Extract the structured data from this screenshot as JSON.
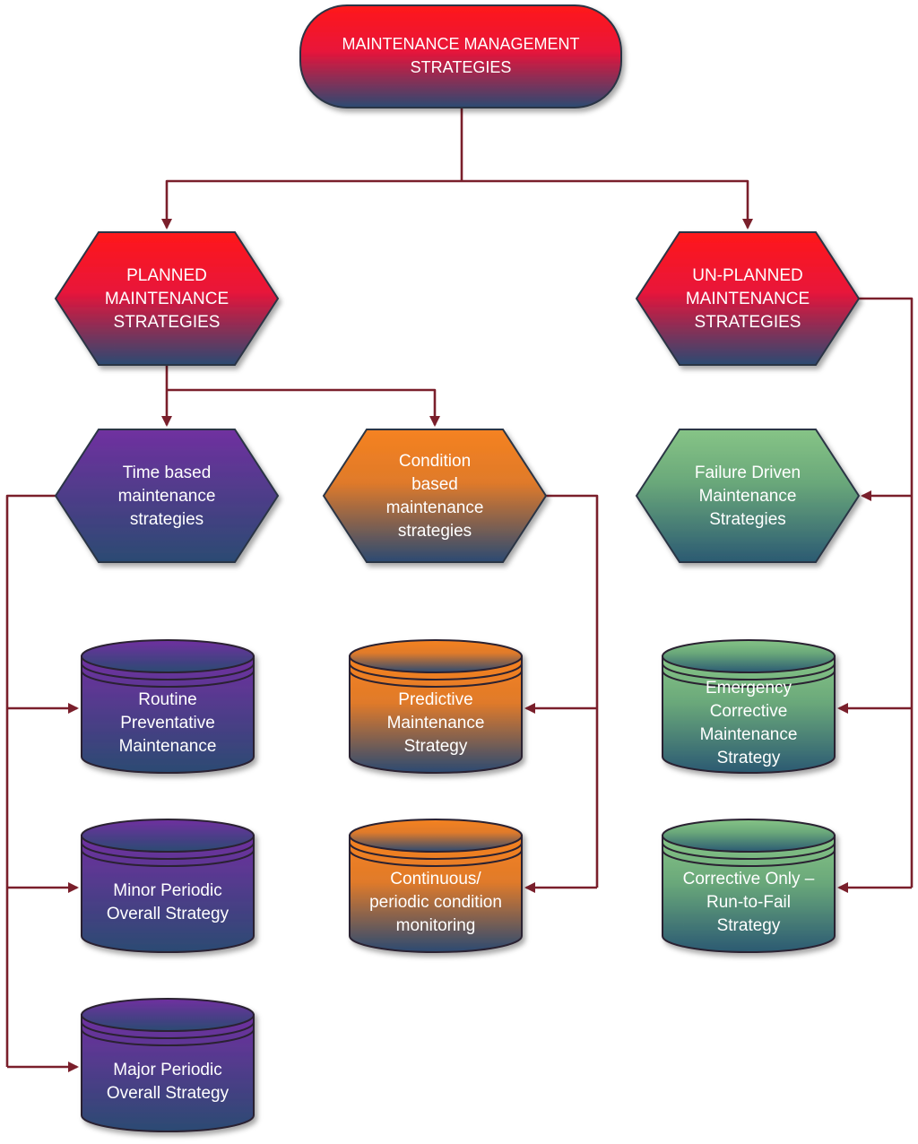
{
  "root": {
    "lines": [
      "MAINTENANCE MANAGEMENT",
      "STRATEGIES"
    ]
  },
  "planned": {
    "lines": [
      "PLANNED",
      "MAINTENANCE",
      "STRATEGIES"
    ]
  },
  "unplanned": {
    "lines": [
      "UN-PLANNED",
      "MAINTENANCE",
      "STRATEGIES"
    ]
  },
  "time_based": {
    "lines": [
      "Time based",
      "maintenance",
      "strategies"
    ]
  },
  "condition_based": {
    "lines": [
      "Condition",
      "based",
      "maintenance",
      "strategies"
    ]
  },
  "failure_driven": {
    "lines": [
      "Failure Driven",
      "Maintenance",
      "Strategies"
    ]
  },
  "routine": {
    "lines": [
      "Routine",
      "Preventative",
      "Maintenance"
    ]
  },
  "minor": {
    "lines": [
      "Minor Periodic",
      "Overall Strategy"
    ]
  },
  "major": {
    "lines": [
      "Major Periodic",
      "Overall Strategy"
    ]
  },
  "predictive": {
    "lines": [
      "Predictive",
      "Maintenance",
      "Strategy"
    ]
  },
  "continuous": {
    "lines": [
      "Continuous/",
      "periodic condition",
      "monitoring"
    ]
  },
  "emergency": {
    "lines": [
      "Emergency",
      "Corrective",
      "Maintenance",
      "Strategy"
    ]
  },
  "corrective_only": {
    "lines": [
      "Corrective Only –",
      "Run-to-Fail",
      "Strategy"
    ]
  },
  "colors": {
    "red_top": "#ff1a1a",
    "navy_bottom": "#2b4a72",
    "purple_top": "#7030a0",
    "orange_top": "#f08020",
    "green_top": "#7fbf7f",
    "connector": "#7a1f2b"
  }
}
